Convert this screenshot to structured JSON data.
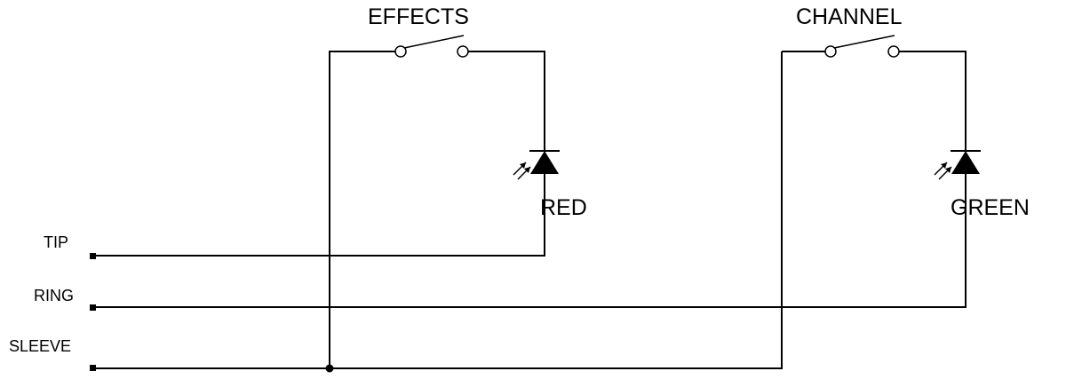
{
  "switches": {
    "effects": {
      "label": "EFFECTS"
    },
    "channel": {
      "label": "CHANNEL"
    }
  },
  "leds": {
    "red": {
      "label": "RED"
    },
    "green": {
      "label": "GREEN"
    }
  },
  "terminals": {
    "tip": "TIP",
    "ring": "RING",
    "sleeve": "SLEEVE"
  },
  "colors": {
    "ink": "#000000",
    "background": "#ffffff"
  }
}
